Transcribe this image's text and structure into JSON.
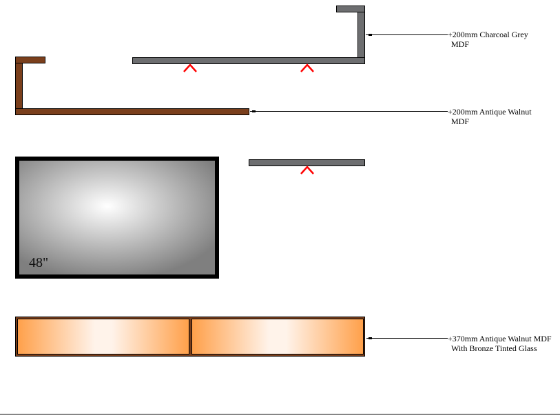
{
  "annotations": {
    "charcoal": {
      "line1": "+200mm Charcoal Grey",
      "line2": "MDF"
    },
    "walnut": {
      "line1": "+200mm Antique Walnut",
      "line2": "MDF"
    },
    "cabinet": {
      "line1": "+370mm Antique Walnut MDF",
      "line2": "With Bronze Tinted Glass"
    }
  },
  "tv": {
    "size_label": "48\""
  },
  "colors": {
    "charcoal": "#6d6e70",
    "walnut": "#7a3f1c",
    "bracket": "#ff0000",
    "glass": "#ffa04a"
  }
}
